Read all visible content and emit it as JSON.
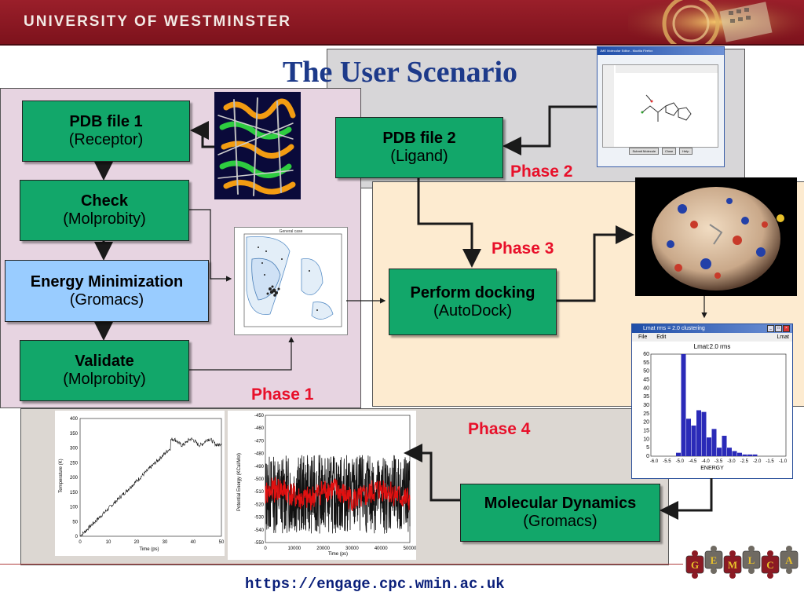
{
  "header": {
    "title": "UNIVERSITY OF WESTMINSTER"
  },
  "slide": {
    "title": "The User Scenario",
    "url": "https://engage.cpc.wmin.ac.uk"
  },
  "phases": {
    "phase1": "Phase 1",
    "phase2": "Phase 2",
    "phase3": "Phase 3",
    "phase4": "Phase 4"
  },
  "boxes": {
    "pdb1": {
      "title": "PDB file 1",
      "sub": "(Receptor)"
    },
    "check": {
      "title": "Check",
      "sub": "(Molprobity)"
    },
    "energy": {
      "title": "Energy Minimization",
      "sub": "(Gromacs)"
    },
    "validate": {
      "title": "Validate",
      "sub": "(Molprobity)"
    },
    "pdb2": {
      "title": "PDB file 2",
      "sub": "(Ligand)"
    },
    "docking": {
      "title": "Perform docking",
      "sub": "(AutoDock)"
    },
    "md": {
      "title": "Molecular Dynamics",
      "sub": "(Gromacs)"
    }
  },
  "histogram": {
    "window_title": "Lmat rms = 2.0 clustering",
    "menu_file": "File",
    "menu_edit": "Edit",
    "menu_right": "Lmat",
    "caption": "Lmat:2.0 rms",
    "xlabel": "ENERGY",
    "x_ticks": [
      "-6.0",
      "-5.5",
      "-5.0",
      "-4.5",
      "-4.0",
      "-3.5",
      "-3.0",
      "-2.5",
      "-2.0",
      "-1.5",
      "-1.0"
    ],
    "y_ticks": [
      "60",
      "55",
      "50",
      "45",
      "40",
      "35",
      "30",
      "25",
      "20",
      "15",
      "10",
      "5",
      "0"
    ],
    "bars": [
      2,
      60,
      22,
      18,
      27,
      26,
      11,
      16,
      5,
      12,
      5,
      3,
      2,
      1,
      1,
      1
    ]
  },
  "temp_plot": {
    "ylabel": "Temperature (K)",
    "xlabel": "Time (ps)",
    "x_ticks": [
      "0",
      "10",
      "20",
      "30",
      "40",
      "50"
    ],
    "y_ticks": [
      "400",
      "350",
      "300",
      "250",
      "200",
      "150",
      "100",
      "50",
      "0"
    ]
  },
  "energy_plot": {
    "ylabel": "Potential Energy (KCal/Mol)",
    "xlabel": "Time (ps)",
    "x_ticks": [
      "0",
      "10000",
      "20000",
      "30000",
      "40000",
      "50000"
    ],
    "y_ticks": [
      "-450",
      "-460",
      "-470",
      "-480",
      "-490",
      "-500",
      "-510",
      "-520",
      "-530",
      "-540",
      "-550"
    ]
  },
  "editor_window": {
    "title": "JME Molecular Editor - Mozilla Firefox",
    "btn_submit": "Submit Molecule",
    "btn_close": "Close",
    "btn_help": "Help"
  },
  "ramachandran": {
    "title": "General case"
  },
  "logo_letters": [
    "G",
    "E",
    "M",
    "L",
    "C",
    "A"
  ],
  "colors": {
    "box_green": "#12a76a",
    "box_blue": "#99ccff",
    "phase_red": "#e8102a",
    "title_blue": "#1d3a8a",
    "header": "#8b1a24"
  }
}
